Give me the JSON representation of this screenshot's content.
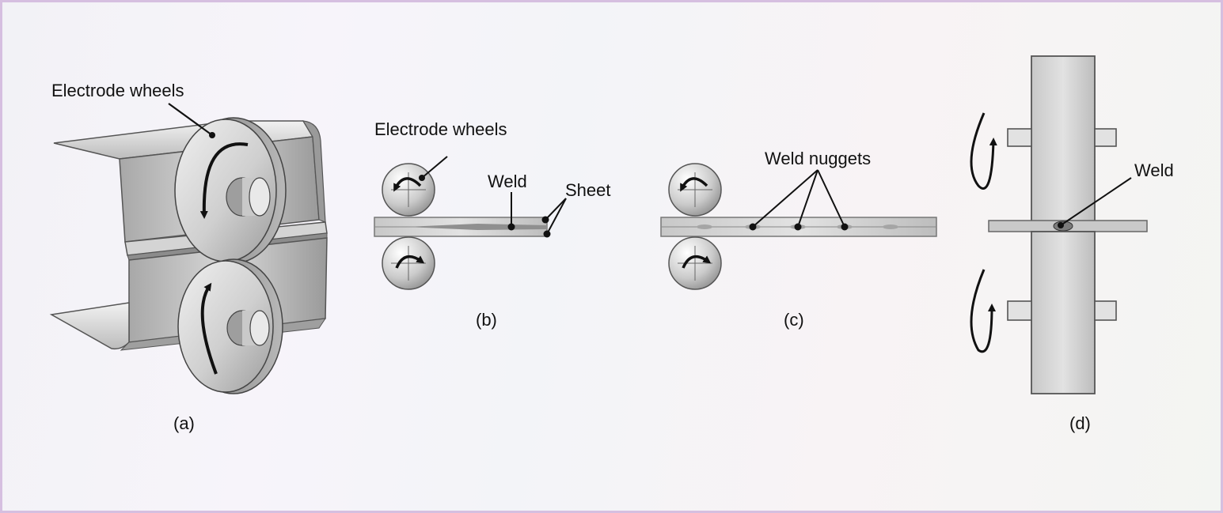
{
  "panels": {
    "a": {
      "caption": "(a)",
      "labels": {
        "electrode_wheels": "Electrode wheels"
      }
    },
    "b": {
      "caption": "(b)",
      "labels": {
        "electrode_wheels": "Electrode wheels",
        "weld": "Weld",
        "sheet": "Sheet"
      }
    },
    "c": {
      "caption": "(c)",
      "labels": {
        "weld_nuggets": "Weld nuggets"
      }
    },
    "d": {
      "caption": "(d)",
      "labels": {
        "weld": "Weld"
      }
    }
  },
  "colors": {
    "frame": "#d6bfe0",
    "metal_light": "#e4e4e4",
    "metal_mid": "#bdbdbd",
    "metal_dark": "#8a8a8a",
    "ink": "#111111"
  }
}
